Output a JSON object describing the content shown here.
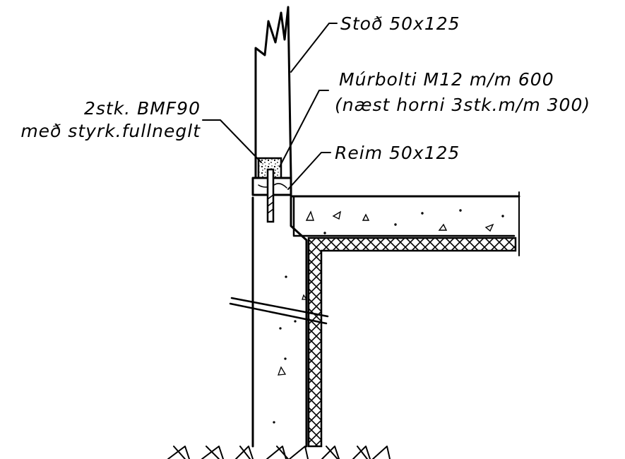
{
  "labels": {
    "post": "Stoð 50x125",
    "anchor_bolt_line1": "Múrbolti M12 m/m 600",
    "anchor_bolt_line2": "(næst horni 3stk.m/m 300)",
    "bracket_line1": "2stk. BMF90",
    "bracket_line2": "með styrk.fullneglt",
    "sill_plate": "Reim 50x125"
  }
}
